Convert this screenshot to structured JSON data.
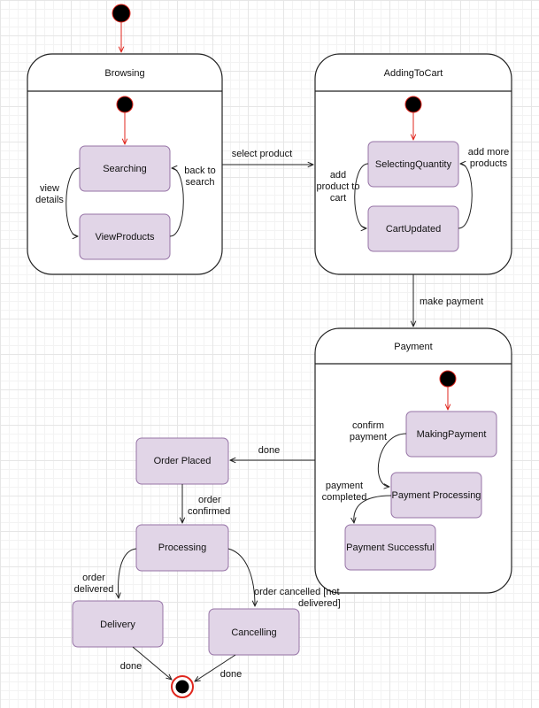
{
  "composites": {
    "browsing": "Browsing",
    "adding_to_cart": "AddingToCart",
    "payment": "Payment"
  },
  "states": {
    "searching": "Searching",
    "view_products": "ViewProducts",
    "selecting_quantity": "SelectingQuantity",
    "cart_updated": "CartUpdated",
    "making_payment": "MakingPayment",
    "payment_processing": "Payment Processing",
    "payment_successful": "Payment Successful",
    "order_placed": "Order Placed",
    "processing": "Processing",
    "delivery": "Delivery",
    "cancelling": "Cancelling"
  },
  "transitions": {
    "view_details": [
      "view",
      "details"
    ],
    "back_to_search": [
      "back to",
      "search"
    ],
    "select_product": "select product",
    "add_product_to_cart": [
      "add",
      "product to",
      "cart"
    ],
    "add_more_products": [
      "add more",
      "products"
    ],
    "make_payment": "make payment",
    "confirm_payment": [
      "confirm",
      "payment"
    ],
    "payment_completed": [
      "payment",
      "completed"
    ],
    "done_payment": "done",
    "order_confirmed": [
      "order",
      "confirmed"
    ],
    "order_delivered": [
      "order",
      "delivered"
    ],
    "order_cancelled": [
      "order cancelled [not",
      "delivered]"
    ],
    "done_delivery": "done",
    "done_cancelling": "done"
  },
  "colors": {
    "state_fill": "#e1d5e7",
    "state_stroke": "#9673a6",
    "initial_edge": "#e0261d"
  }
}
